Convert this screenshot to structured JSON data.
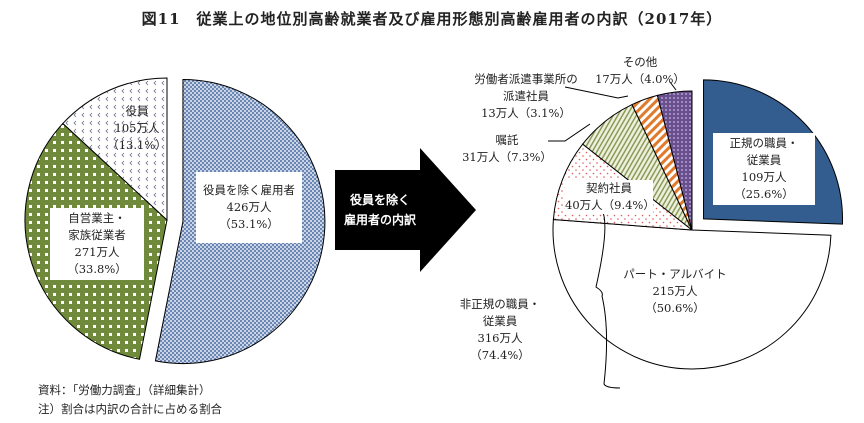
{
  "title": "図11　従業上の地位別高齢就業者及び雇用形態別高齢雇用者の内訳（2017年）",
  "arrow_label": [
    "役員を除く",
    "雇用者の内訳"
  ],
  "notes": [
    "資料：「労働力調査」（詳細集計）",
    "注）割合は内訳の合計に占める割合"
  ],
  "chart_data": [
    {
      "type": "pie",
      "unit": "万人",
      "slices": [
        {
          "label": "役員を除く雇用者",
          "value": 426,
          "percent": 53.1,
          "value_text": "426万人",
          "percent_text": "（53.1%）",
          "color": "#8fa6c9",
          "pattern": "dots",
          "exploded": true
        },
        {
          "label": "自営業主・家族従業者",
          "value": 271,
          "percent": 33.8,
          "value_text": "271万人",
          "percent_text": "（33.8%）",
          "color": "#6f8a3a",
          "pattern": "check"
        },
        {
          "label": "役員",
          "value": 105,
          "percent": 13.1,
          "value_text": "105万人",
          "percent_text": "（13.1%）",
          "color": "#6b6b8a",
          "pattern": "chevrons"
        }
      ]
    },
    {
      "type": "pie",
      "unit": "万人",
      "slices": [
        {
          "label": "正規の職員・従業員",
          "value": 109,
          "percent": 25.6,
          "value_text": "109万人",
          "percent_text": "（25.6%）",
          "color": "#335c8f",
          "pattern": "solid",
          "exploded": true
        },
        {
          "label": "パート・アルバイト",
          "value": 215,
          "percent": 50.6,
          "value_text": "215万人",
          "percent_text": "（50.6%）",
          "color": "#ffffff",
          "pattern": "none"
        },
        {
          "label": "契約社員",
          "value": 40,
          "percent": 9.4,
          "value_text": "40万人（9.4%）",
          "color": "#e05a5a",
          "pattern": "dots-sparse"
        },
        {
          "label": "嘱託",
          "value": 31,
          "percent": 7.3,
          "value_text": "31万人（7.3%）",
          "color": "#8a9a5b",
          "pattern": "vertical-stripes"
        },
        {
          "label": "労働者派遣事業所の派遣社員",
          "value": 13,
          "percent": 3.1,
          "value_text": "13万人（3.1%）",
          "color": "#e07b2e",
          "pattern": "diagonal-stripes"
        },
        {
          "label": "その他",
          "value": 17,
          "percent": 4.0,
          "value_text": "17万人（4.0%）",
          "color": "#6a4f8f",
          "pattern": "dots-dense"
        }
      ],
      "group": {
        "label": "非正規の職員・従業員",
        "value_text": "316万人",
        "percent_text": "（74.4%）"
      }
    }
  ]
}
